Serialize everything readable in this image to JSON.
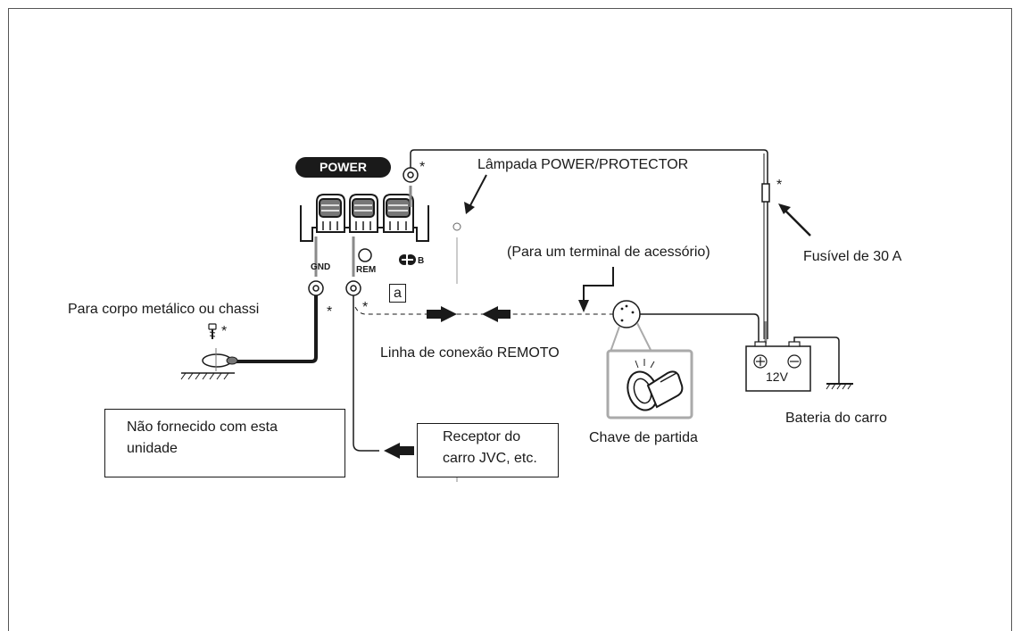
{
  "labels": {
    "power": "POWER",
    "lamp": "Lâmpada POWER/PROTECTOR",
    "accessory": "(Para um terminal de acessório)",
    "fuse": "Fusível de 30 A",
    "chassis": "Para corpo metálico ou chassi",
    "remote_line": "Linha de conexão REMOTO",
    "battery": "Bateria do carro",
    "ignition": "Chave de partida",
    "gnd": "GND",
    "rem": "REM",
    "b_plus": "B",
    "voltage": "12V",
    "tag_a": "a",
    "asterisk": "*"
  },
  "note_box": {
    "line1": "Não fornecido com esta",
    "line2": "unidade"
  },
  "receiver_box": {
    "line1": "Receptor do",
    "line2": "carro JVC, etc."
  },
  "colors": {
    "ink": "#1a1a1a",
    "wire_gray": "#8a8a8a",
    "frame": "#555555"
  }
}
